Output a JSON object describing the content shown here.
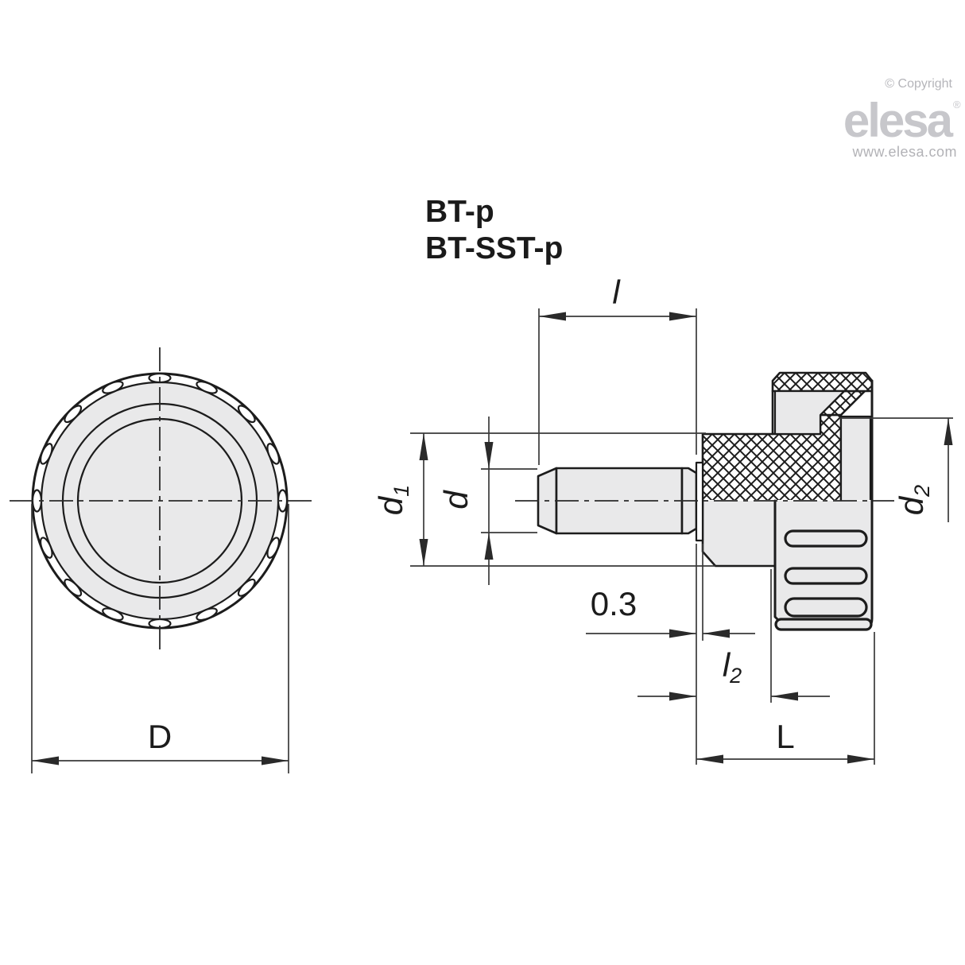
{
  "branding": {
    "copyright": "© Copyright",
    "logo": "elesa",
    "registered": "®",
    "website": "www.elesa.com"
  },
  "title": {
    "line1": "BT-p",
    "line2": "BT-SST-p"
  },
  "dimension_labels": {
    "l": "l",
    "d1": {
      "base": "d",
      "sub": "1"
    },
    "d": "d",
    "d2": {
      "base": "d",
      "sub": "2"
    },
    "collar_offset": "0.3",
    "l2": {
      "base": "l",
      "sub": "2"
    },
    "D": "D",
    "L": "L"
  },
  "colors": {
    "line": "#1c1c1c",
    "dimension_line": "#3a3a3a",
    "part_fill": "#e9e9ea",
    "logo_gray": "#c7c7cb",
    "meta_text_gray": "#b5b5ba",
    "background": "#ffffff"
  }
}
